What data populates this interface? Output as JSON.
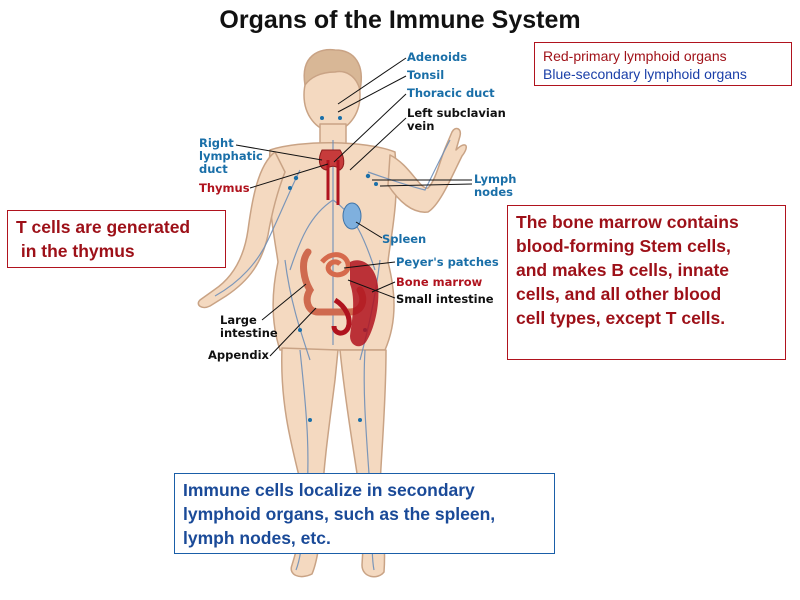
{
  "title": "Organs of the Immune System",
  "legend": {
    "primary": "Red-primary lymphoid organs",
    "secondary": "Blue-secondary lymphoid organs"
  },
  "labels": {
    "adenoids": "Adenoids",
    "tonsil": "Tonsil",
    "thoracic_duct": "Thoracic duct",
    "left_subclavian_line1": "Left subclavian",
    "left_subclavian_line2": "vein",
    "right_lymphatic_line1": "Right",
    "right_lymphatic_line2": "lymphatic",
    "right_lymphatic_line3": "duct",
    "thymus": "Thymus",
    "lymph_nodes_line1": "Lymph",
    "lymph_nodes_line2": "nodes",
    "spleen": "Spleen",
    "peyers_patches": "Peyer's patches",
    "bone_marrow": "Bone marrow",
    "small_intestine": "Small intestine",
    "large_intestine_line1": "Large",
    "large_intestine_line2": "intestine",
    "appendix": "Appendix"
  },
  "callouts": {
    "t_cells": [
      "T cells are generated",
      " in the thymus"
    ],
    "bone_marrow": [
      "The bone marrow contains",
      "blood-forming Stem cells,",
      "and makes B cells, innate",
      "cells, and all other blood",
      "cell types, except T cells."
    ],
    "immune_cells": [
      "Immune cells localize in secondary",
      "lymphoid organs, such as the spleen,",
      "lymph nodes, etc."
    ]
  },
  "colors": {
    "skin": "#f4d9c0",
    "skin_outline": "#c9a385",
    "lymph_vessel": "#6f8fb8",
    "primary_red": "#b0131e",
    "secondary_blue": "#1a6fa8",
    "spleen_blue": "#7fb0de"
  }
}
